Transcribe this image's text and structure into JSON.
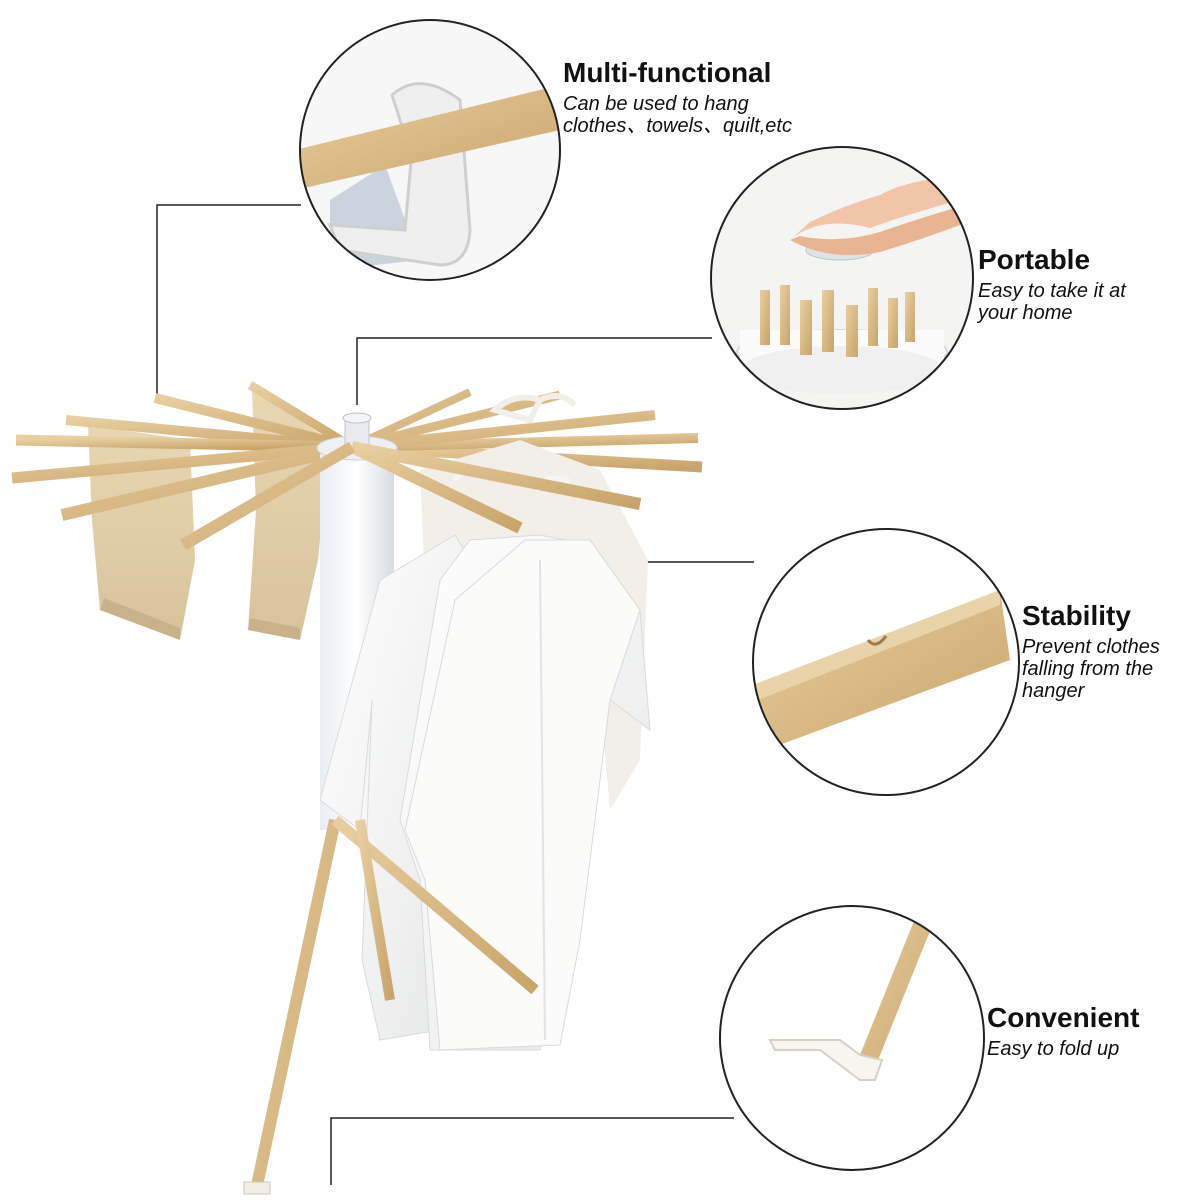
{
  "features": [
    {
      "id": "multi",
      "title": "Multi-functional",
      "description": "Can be used to hang\nclothes、towels、quilt,etc"
    },
    {
      "id": "portable",
      "title": "Portable",
      "description": "Easy to take it at\nyour home"
    },
    {
      "id": "stability",
      "title": "Stability",
      "description": "Prevent clothes\nfalling from the\nhanger"
    },
    {
      "id": "convenient",
      "title": "Convenient",
      "description": "Easy to fold up"
    }
  ],
  "colors": {
    "wood": "#dcbf8c",
    "wood_dark": "#b9965f",
    "plastic": "#f3f1ec",
    "towel": "#e2cfaa",
    "shirt": "#f7f7f5",
    "line": "#222222"
  }
}
